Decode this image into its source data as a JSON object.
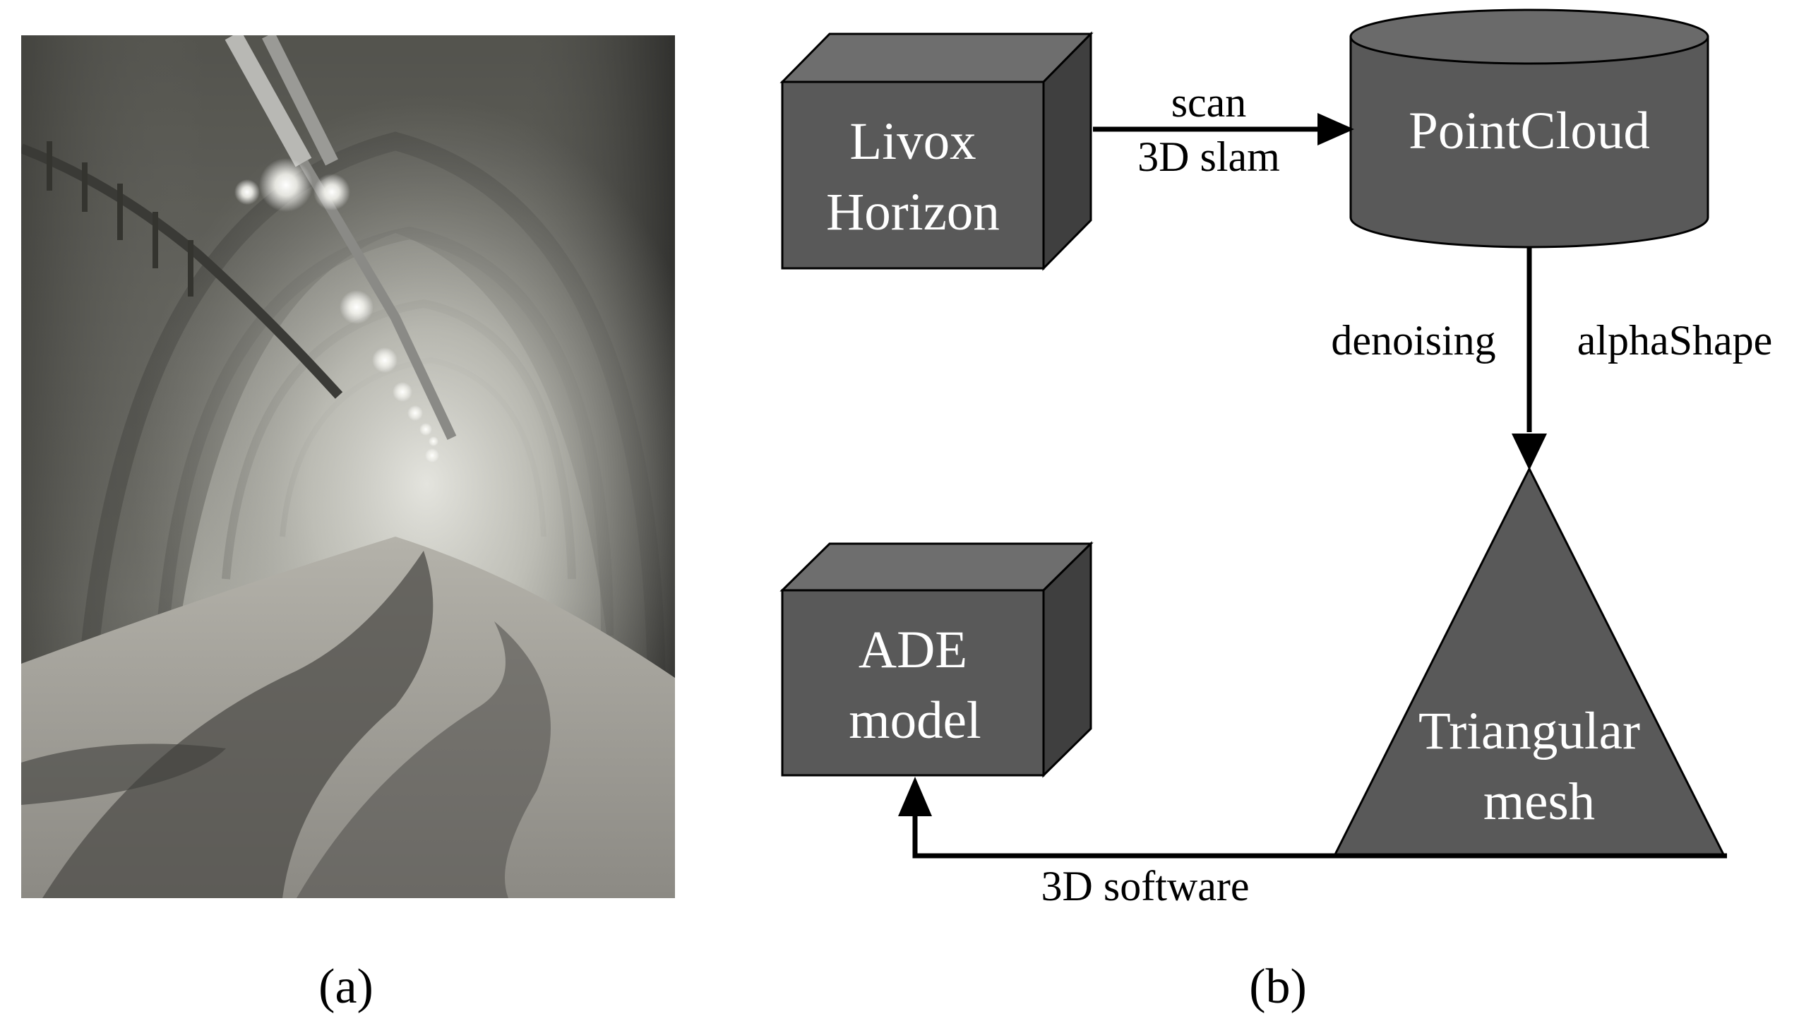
{
  "panels": {
    "a": {
      "label": "(a)"
    },
    "b": {
      "label": "(b)"
    }
  },
  "photo": {
    "subject": "mine-tunnel-photo"
  },
  "nodes": {
    "livox": {
      "line1": "Livox",
      "line2": "Horizon"
    },
    "pointcloud": {
      "label": "PointCloud"
    },
    "triangular": {
      "line1": "Triangular",
      "line2": "mesh"
    },
    "ade": {
      "line1": "ADE",
      "line2": "model"
    }
  },
  "edges": {
    "scan": {
      "line1": "scan",
      "line2": "3D slam"
    },
    "process": {
      "left": "denoising",
      "right": "alphaShape"
    },
    "software": {
      "label": "3D software"
    }
  },
  "colors": {
    "node_fill": "#595959",
    "node_side": "#3f3f3f",
    "node_top": "#6e6e6e",
    "text_on_node": "#ffffff",
    "edge": "#000000"
  }
}
